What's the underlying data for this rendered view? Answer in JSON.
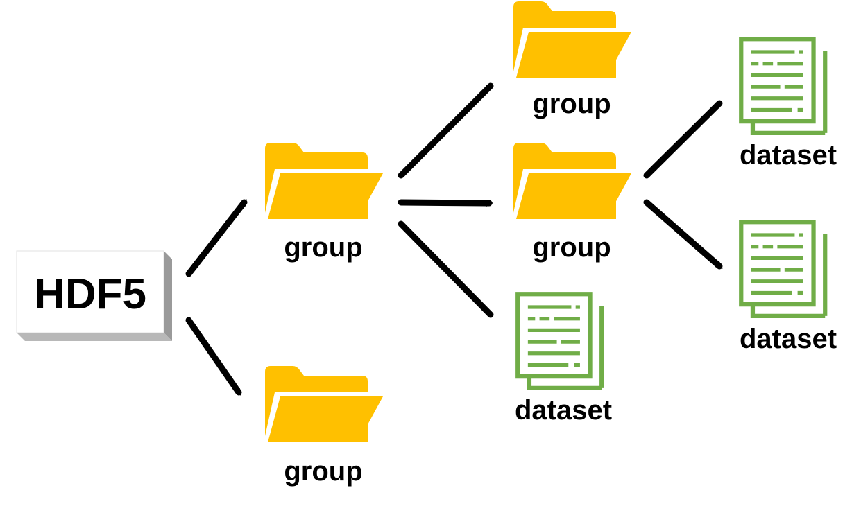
{
  "root": {
    "label": "HDF5"
  },
  "nodes": {
    "group_upper": {
      "label": "group",
      "kind": "folder-icon"
    },
    "group_lower": {
      "label": "group",
      "kind": "folder-icon"
    },
    "group_top": {
      "label": "group",
      "kind": "folder-icon"
    },
    "group_middle": {
      "label": "group",
      "kind": "folder-icon"
    },
    "dataset_middle": {
      "label": "dataset",
      "kind": "document-icon"
    },
    "dataset_right_top": {
      "label": "dataset",
      "kind": "document-icon"
    },
    "dataset_right_bottom": {
      "label": "dataset",
      "kind": "document-icon"
    }
  },
  "colors": {
    "folder": "#FFC000",
    "folder_tab": "#F2B700",
    "document": "#70AD47",
    "arrow": "#000000",
    "root_face": "#FFFFFF",
    "root_side": "#B0B0B0"
  }
}
